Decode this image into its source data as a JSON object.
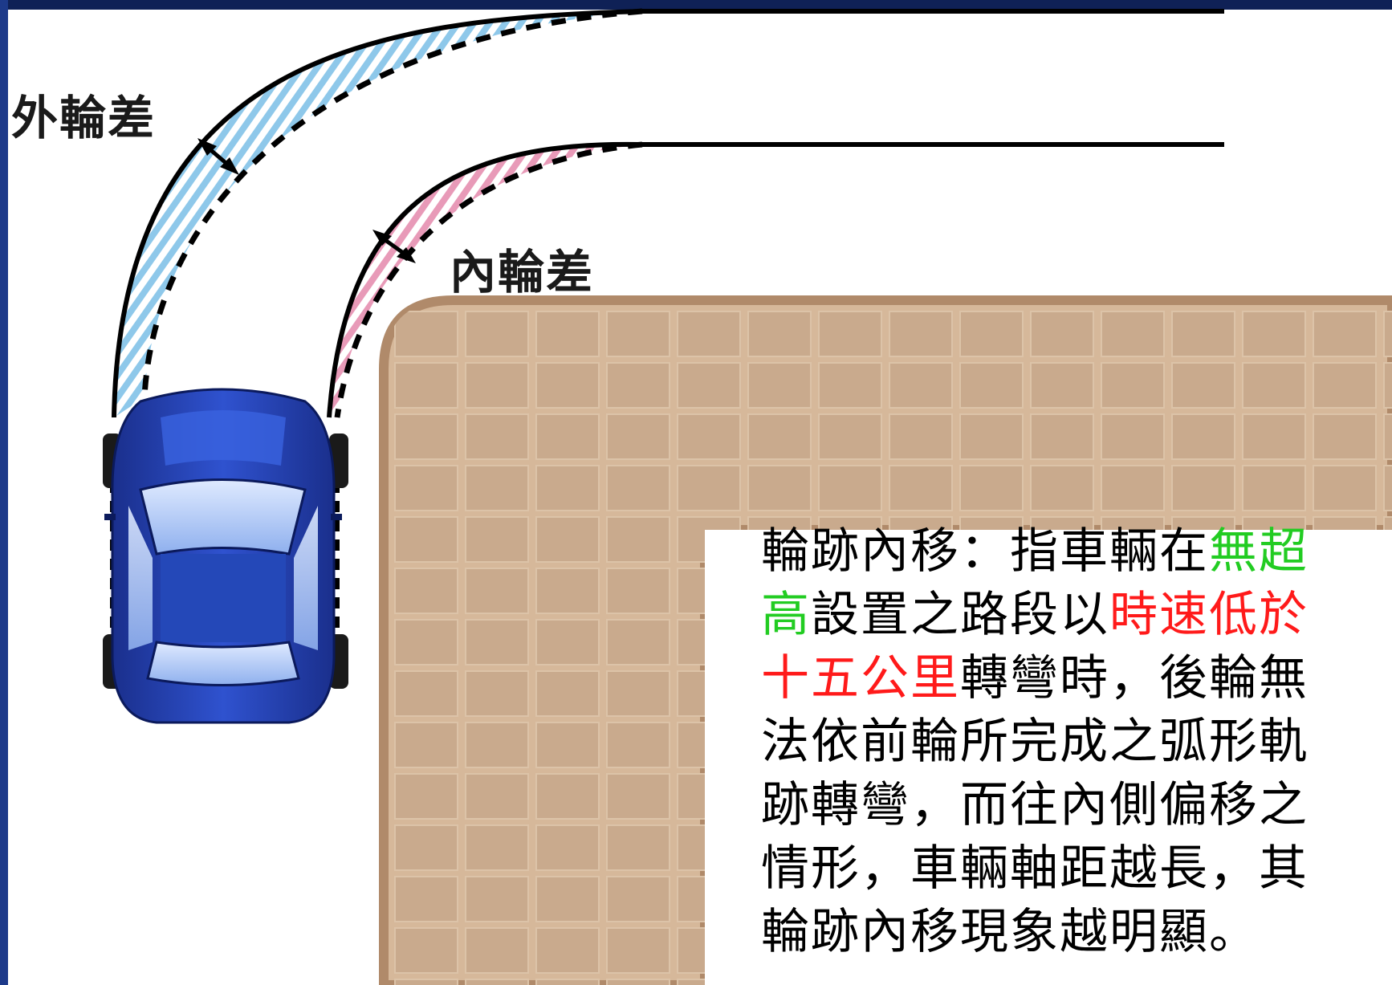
{
  "labels": {
    "outer": "外輪差",
    "inner": "內輪差"
  },
  "description": {
    "lines": [
      [
        {
          "text": "輪跡內移：指車輛在",
          "tone": "normal"
        },
        {
          "text": "無超",
          "tone": "green"
        }
      ],
      [
        {
          "text": "高",
          "tone": "green"
        },
        {
          "text": "設置之路段以",
          "tone": "normal"
        },
        {
          "text": "時速低於",
          "tone": "red"
        }
      ],
      [
        {
          "text": "十五公里",
          "tone": "red"
        },
        {
          "text": "轉彎時，後輪無",
          "tone": "normal"
        }
      ],
      [
        {
          "text": "法依前輪所完成之弧形軌",
          "tone": "normal"
        }
      ],
      [
        {
          "text": "跡轉彎，而往內側偏移之",
          "tone": "normal"
        }
      ],
      [
        {
          "text": "情形，車輛軸距越長，其",
          "tone": "normal"
        }
      ],
      [
        {
          "text": "輪跡內移現象越明顯。",
          "tone": "normal"
        }
      ]
    ]
  },
  "colors": {
    "normal": "#000000",
    "green": "#22cc22",
    "red": "#ff1a1a",
    "outer_band": "#8ec8ea",
    "inner_band": "#e89ab8",
    "block": "#c9aa8d",
    "block_border": "#b08a6a",
    "car_body": "#1f3aa8",
    "frame": "#0f2156"
  },
  "icons": {
    "car": "car-top-view-icon",
    "outer_arrow": "double-arrow-icon",
    "inner_arrow": "double-arrow-icon"
  }
}
